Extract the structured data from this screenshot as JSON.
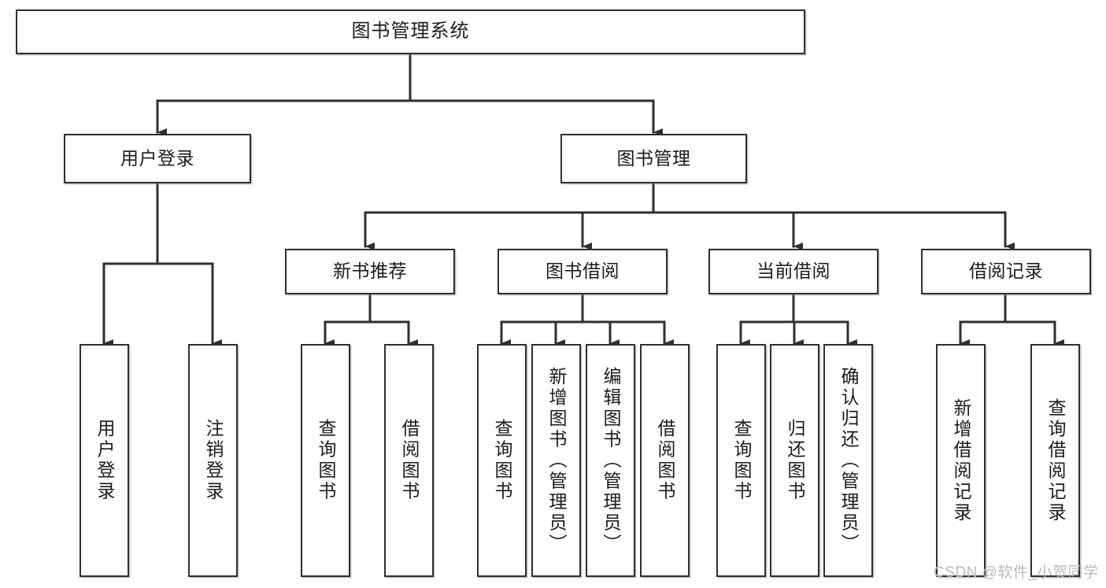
{
  "diagram": {
    "type": "tree",
    "title": "图书管理系统",
    "watermark": "CSDN @软件_小贺同学",
    "colors": {
      "box_stroke": "#2f2f2f",
      "box_fill": "#ffffff",
      "connector": "#2f2f2f",
      "text": "#1b1b1b",
      "watermark": "#b9b9b9"
    },
    "nodes": {
      "root": {
        "label": "图书管理系统",
        "level": 1
      },
      "l2": [
        {
          "id": "user_login",
          "label": "用户登录",
          "level": 2
        },
        {
          "id": "book_mgmt",
          "label": "图书管理",
          "level": 2
        }
      ],
      "l3": [
        {
          "id": "new_book_rec",
          "label": "新书推荐",
          "level": 3,
          "parent": "book_mgmt"
        },
        {
          "id": "book_borrow",
          "label": "图书借阅",
          "level": 3,
          "parent": "book_mgmt"
        },
        {
          "id": "current_borrow",
          "label": "当前借阅",
          "level": 3,
          "parent": "book_mgmt"
        },
        {
          "id": "borrow_record",
          "label": "借阅记录",
          "level": 3,
          "parent": "book_mgmt"
        }
      ],
      "leaves": [
        {
          "id": "leaf_1",
          "label": "用户登录",
          "parent": "user_login"
        },
        {
          "id": "leaf_2",
          "label": "注销登录",
          "parent": "user_login"
        },
        {
          "id": "leaf_3",
          "label": "查询图书",
          "parent": "new_book_rec"
        },
        {
          "id": "leaf_4",
          "label": "借阅图书",
          "parent": "new_book_rec"
        },
        {
          "id": "leaf_5",
          "label": "查询图书",
          "parent": "book_borrow"
        },
        {
          "id": "leaf_6",
          "label": "新增图书（管理员）",
          "parent": "book_borrow"
        },
        {
          "id": "leaf_7",
          "label": "编辑图书（管理员）",
          "parent": "book_borrow"
        },
        {
          "id": "leaf_8",
          "label": "借阅图书",
          "parent": "book_borrow"
        },
        {
          "id": "leaf_9",
          "label": "查询图书",
          "parent": "current_borrow"
        },
        {
          "id": "leaf_10",
          "label": "归还图书",
          "parent": "current_borrow"
        },
        {
          "id": "leaf_11",
          "label": "确认归还（管理员）",
          "parent": "current_borrow"
        },
        {
          "id": "leaf_12",
          "label": "新增借阅记录",
          "parent": "borrow_record"
        },
        {
          "id": "leaf_13",
          "label": "查询借阅记录",
          "parent": "borrow_record"
        }
      ]
    }
  }
}
